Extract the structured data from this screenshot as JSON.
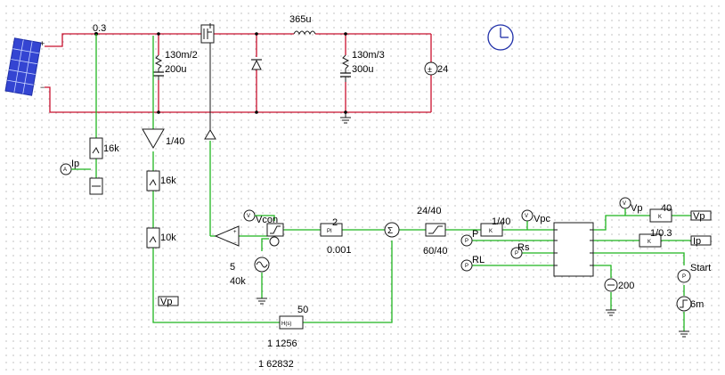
{
  "colors": {
    "power_wire": "#c8102e",
    "control_wire": "#1fb51f",
    "solar_panel": "#2b3cc4",
    "background": "#ffffff",
    "grid_dot": "#9a9a9a"
  },
  "schematic": {
    "top_node_value": "0.3",
    "inductor_value": "365u",
    "resistor1_value": "130m/2",
    "capacitor1_value": "200u",
    "resistor2_value": "130m/3",
    "capacitor2_value": "300u",
    "battery_value": "24",
    "sensor_gain_1": "16k",
    "probe_ip": "Ip",
    "gain_1_40": "1/40",
    "sensor_gain_2": "16k",
    "sensor_gain_3": "10k",
    "vcon_label": "Vcon",
    "pi_gain": "2",
    "pi_time": "0.001",
    "sine_amp": "5",
    "sine_freq": "40k",
    "vp_label_left": "Vp",
    "tf_gain": "50",
    "tf_coeff_1": "1  1256",
    "tf_coeff_2": "1  62832",
    "limiter_upper": "24/40",
    "limiter_lower": "60/40",
    "gain_1_40_b": "1/40",
    "vpc_label": "Vpc",
    "p_label": "P",
    "rs_label": "Rs",
    "rl_label": "RL",
    "vp_label_right": "Vp",
    "gain_40": "40",
    "gain_1_03": "1/0.3",
    "vp_label_out": "Vp",
    "ip_label_out": "Ip",
    "const_200": "200",
    "start_label": "Start",
    "step_time": "6m",
    "block_k": "K",
    "block_pi": "PI",
    "block_hs": "H(s)",
    "block_vmeter": "V",
    "block_ameter": "A"
  }
}
